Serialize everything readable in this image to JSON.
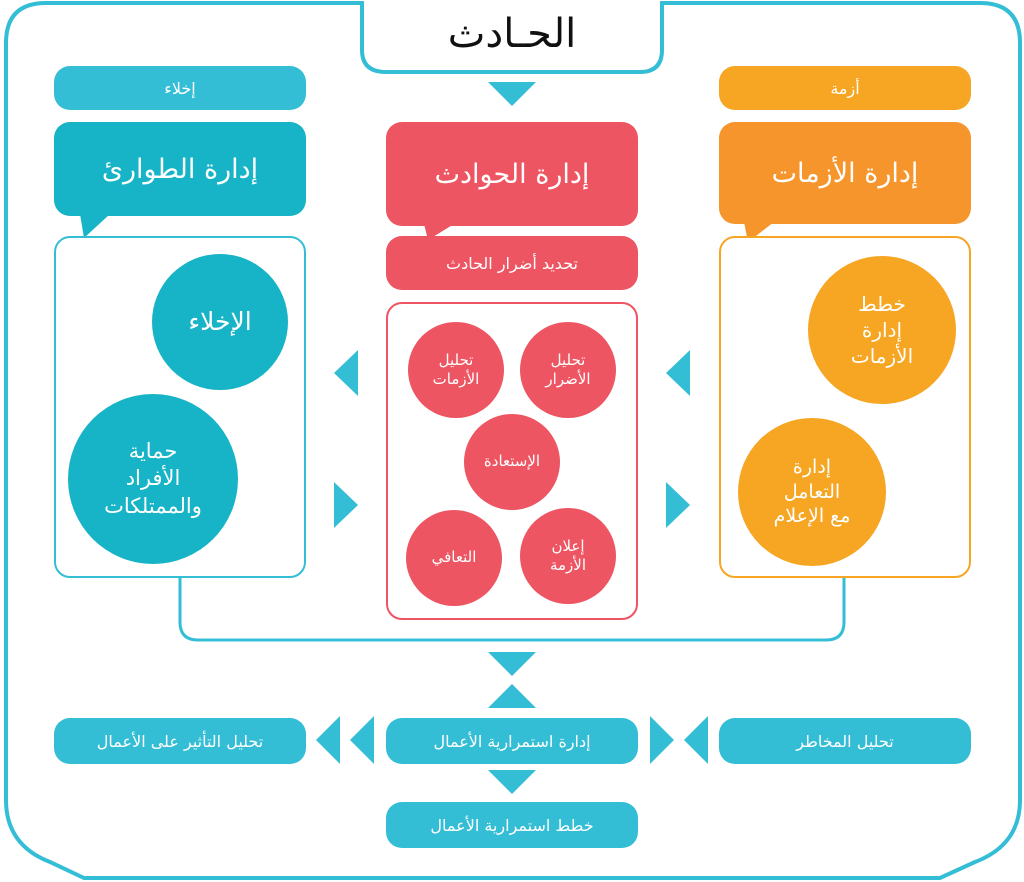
{
  "colors": {
    "teal": "#34BED6",
    "teal_dark": "#17B3C6",
    "red": "#EE5562",
    "orange": "#F6A623",
    "orange_dark": "#F5952B",
    "frame": "#34BED6"
  },
  "title": "الحـادث",
  "left": {
    "tag": "إخلاء",
    "header": "إدارة الطوارئ",
    "circles": [
      "الإخلاء",
      "حماية\nالأفراد\nوالممتلكات"
    ]
  },
  "center": {
    "header": "إدارة الحوادث",
    "sub": "تحديد أضرار الحادث",
    "circles": [
      "تحليل\nالأضرار",
      "تحليل\nالأزمات",
      "الإستعادة",
      "إعلان\nالأزمة",
      "التعافي"
    ]
  },
  "right": {
    "tag": "أزمة",
    "header": "إدارة الأزمات",
    "circles": [
      "خطط\nإدارة\nالأزمات",
      "إدارة\nالتعامل\nمع الإعلام"
    ]
  },
  "bottom": {
    "risk": "تحليل المخاطر",
    "continuity": "إدارة استمرارية الأعمال",
    "impact": "تحليل التأثير على الأعمال",
    "plans": "خطط استمرارية الأعمال"
  }
}
